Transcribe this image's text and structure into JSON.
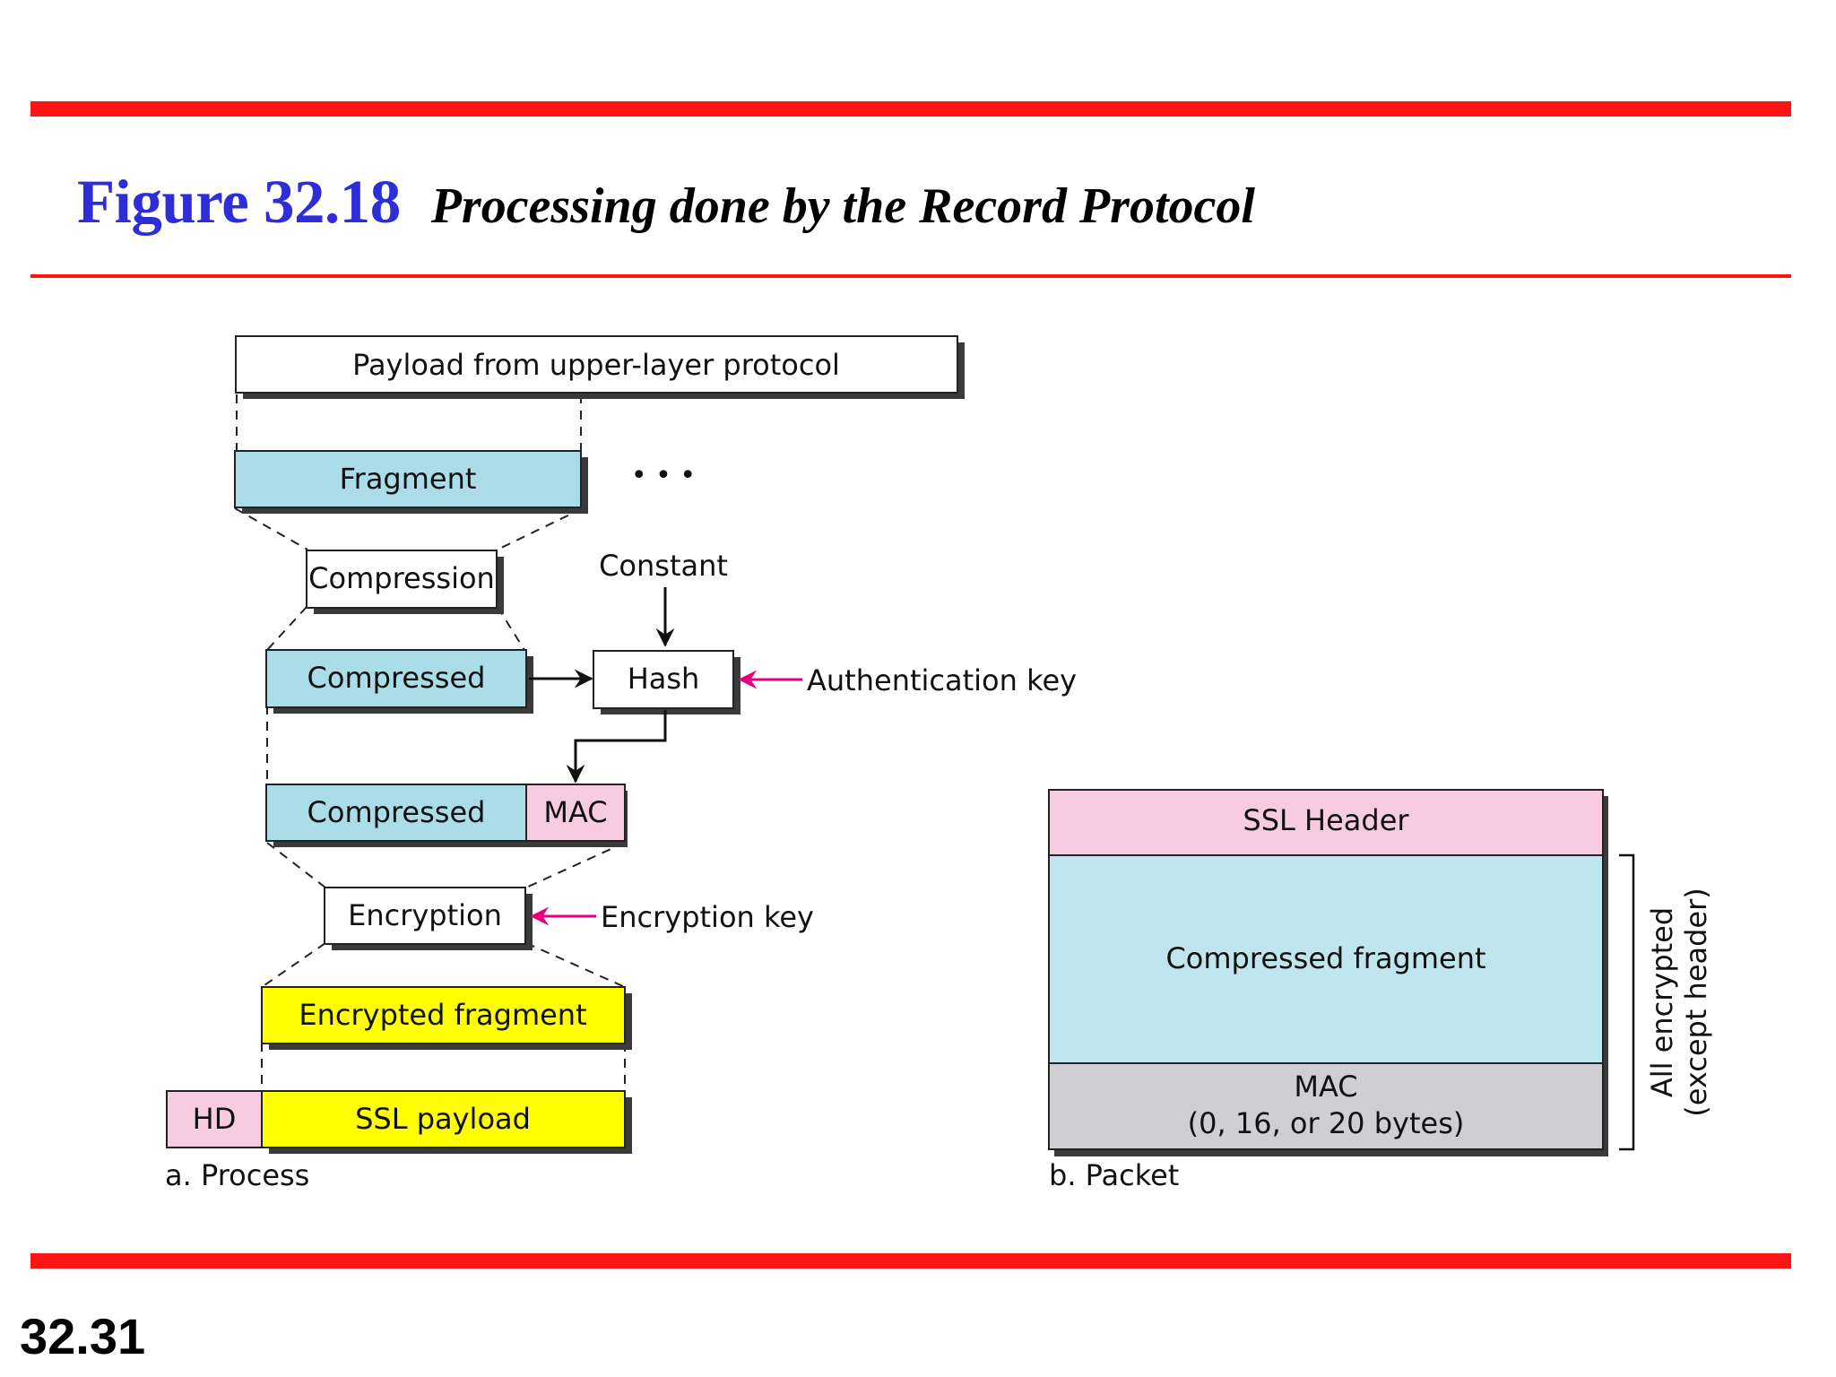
{
  "slide": {
    "figure_number": "Figure 32.18",
    "figure_caption": "Processing done by the Record Protocol",
    "page_number": "32.31"
  },
  "process": {
    "payload": "Payload from upper-layer protocol",
    "fragment": "Fragment",
    "ellipsis": "• • •",
    "compression": "Compression",
    "constant": "Constant",
    "compressed": "Compressed",
    "hash": "Hash",
    "authentication_key": "Authentication key",
    "compressed_2": "Compressed",
    "mac": "MAC",
    "encryption": "Encryption",
    "encryption_key": "Encryption key",
    "encrypted_fragment": "Encrypted fragment",
    "hd": "HD",
    "ssl_payload": "SSL payload",
    "caption": "a. Process"
  },
  "packet": {
    "ssl_header": "SSL Header",
    "compressed_fragment": "Compressed fragment",
    "mac_line1": "MAC",
    "mac_line2": "(0, 16, or 20 bytes)",
    "bracket_line1": "All encrypted",
    "bracket_line2": "(except header)",
    "caption": "b. Packet"
  },
  "colors": {
    "red_bar": "#ff1414",
    "title_blue": "#2e2ed8",
    "light_blue": "#aadde8",
    "pink": "#f8cce0",
    "yellow": "#ffff00",
    "gray": "#cfcfd3",
    "magenta_arrow": "#e6007e"
  }
}
